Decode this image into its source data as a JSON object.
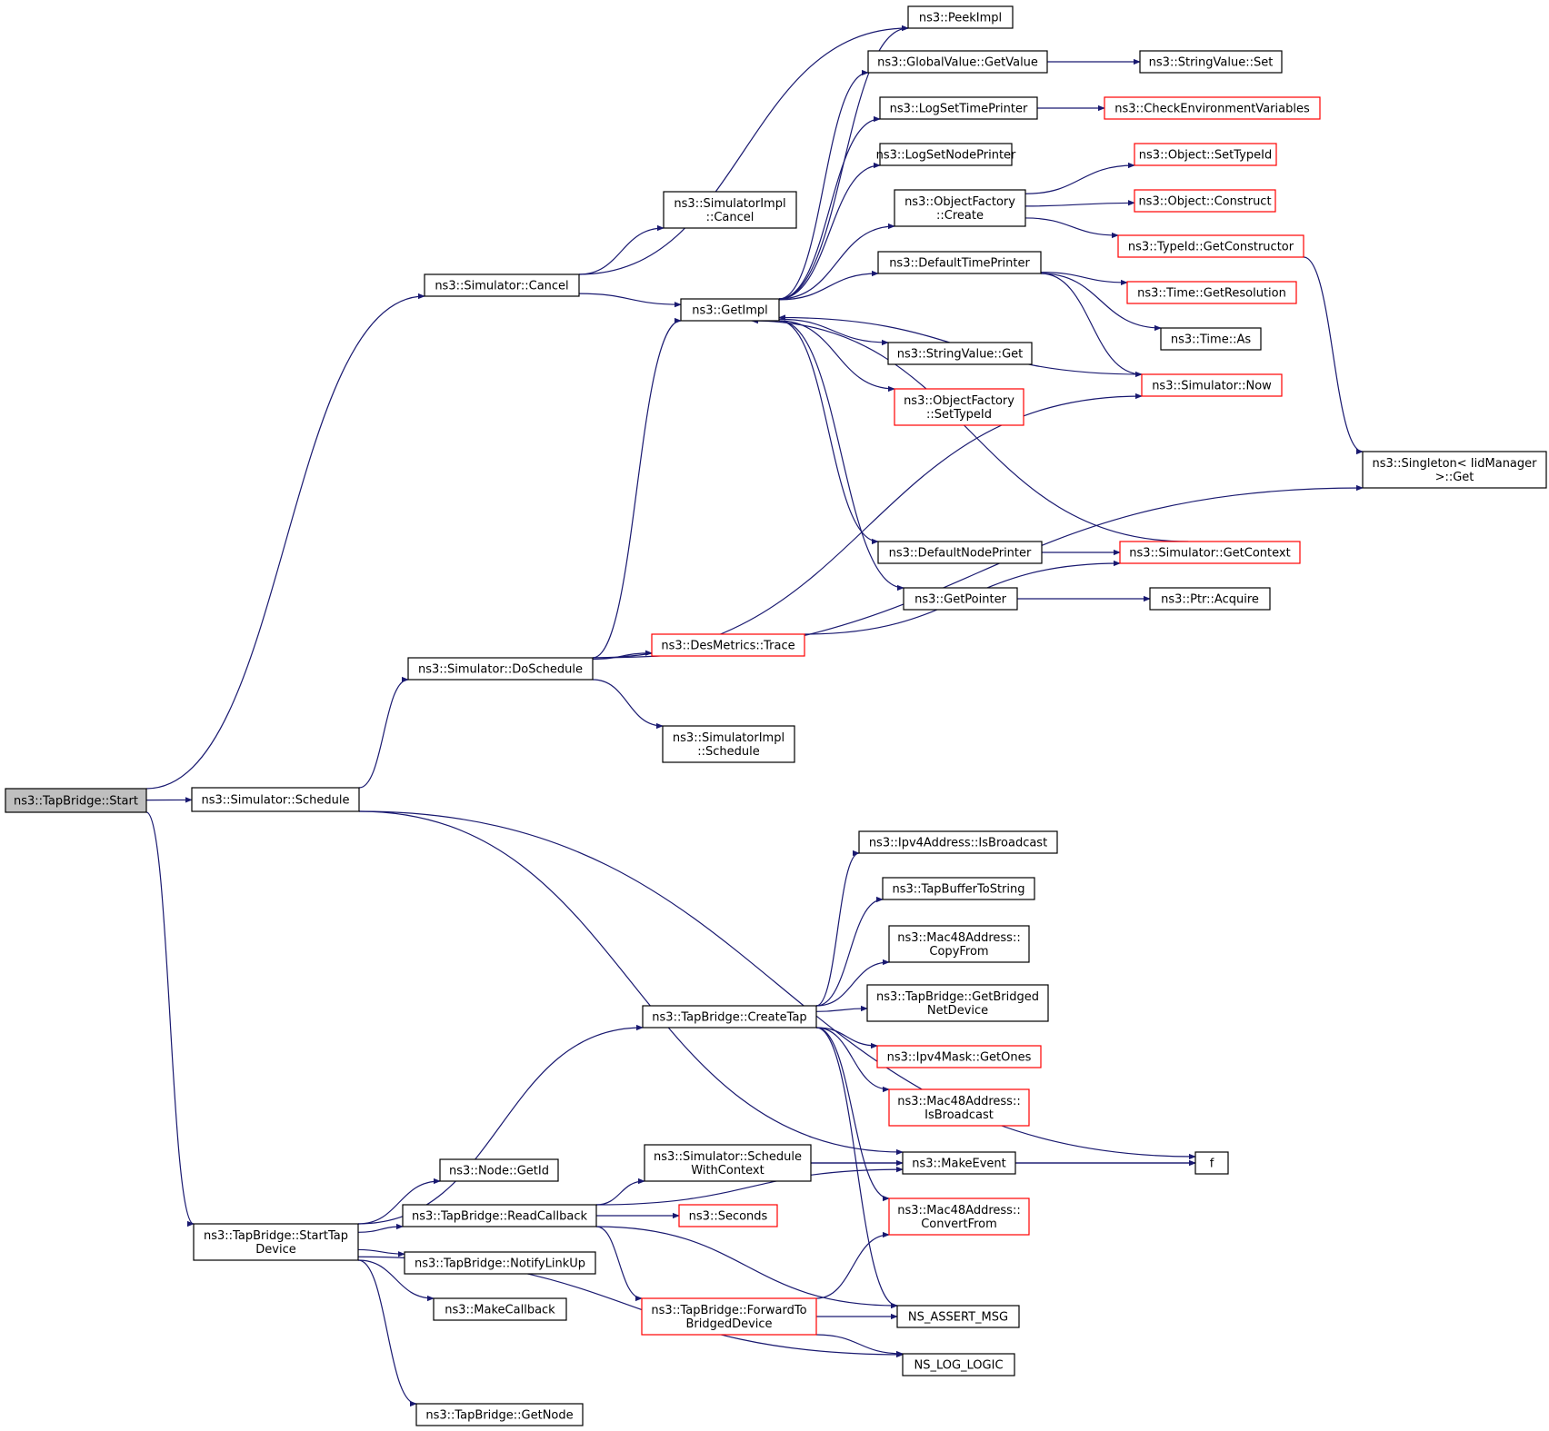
{
  "graph": {
    "edge_color": "#191970",
    "nodes": [
      {
        "id": "tb_start",
        "lines": [
          "ns3::TapBridge::Start"
        ],
        "style": "root"
      },
      {
        "id": "sim_cancel",
        "lines": [
          "ns3::Simulator::Cancel"
        ],
        "style": "normal"
      },
      {
        "id": "sim_schedule",
        "lines": [
          "ns3::Simulator::Schedule"
        ],
        "style": "normal"
      },
      {
        "id": "start_tap",
        "lines": [
          "ns3::TapBridge::StartTap",
          "Device"
        ],
        "style": "normal"
      },
      {
        "id": "simimpl_cancel",
        "lines": [
          "ns3::SimulatorImpl",
          "::Cancel"
        ],
        "style": "normal"
      },
      {
        "id": "get_impl",
        "lines": [
          "ns3::GetImpl"
        ],
        "style": "normal"
      },
      {
        "id": "peek_impl",
        "lines": [
          "ns3::PeekImpl"
        ],
        "style": "normal"
      },
      {
        "id": "gv_getvalue",
        "lines": [
          "ns3::GlobalValue::GetValue"
        ],
        "style": "normal"
      },
      {
        "id": "log_set_time",
        "lines": [
          "ns3::LogSetTimePrinter"
        ],
        "style": "normal"
      },
      {
        "id": "log_set_node",
        "lines": [
          "ns3::LogSetNodePrinter"
        ],
        "style": "normal"
      },
      {
        "id": "of_create",
        "lines": [
          "ns3::ObjectFactory",
          "::Create"
        ],
        "style": "normal"
      },
      {
        "id": "def_time",
        "lines": [
          "ns3::DefaultTimePrinter"
        ],
        "style": "normal"
      },
      {
        "id": "sv_get",
        "lines": [
          "ns3::StringValue::Get"
        ],
        "style": "normal"
      },
      {
        "id": "of_settypeid",
        "lines": [
          "ns3::ObjectFactory",
          "::SetTypeId"
        ],
        "style": "warn"
      },
      {
        "id": "def_node",
        "lines": [
          "ns3::DefaultNodePrinter"
        ],
        "style": "normal"
      },
      {
        "id": "get_pointer",
        "lines": [
          "ns3::GetPointer"
        ],
        "style": "normal"
      },
      {
        "id": "sv_set",
        "lines": [
          "ns3::StringValue::Set"
        ],
        "style": "normal"
      },
      {
        "id": "check_env",
        "lines": [
          "ns3::CheckEnvironmentVariables"
        ],
        "style": "warn"
      },
      {
        "id": "obj_settypeid",
        "lines": [
          "ns3::Object::SetTypeId"
        ],
        "style": "warn"
      },
      {
        "id": "obj_construct",
        "lines": [
          "ns3::Object::Construct"
        ],
        "style": "warn"
      },
      {
        "id": "typeid_getctor",
        "lines": [
          "ns3::TypeId::GetConstructor"
        ],
        "style": "warn"
      },
      {
        "id": "time_getres",
        "lines": [
          "ns3::Time::GetResolution"
        ],
        "style": "warn"
      },
      {
        "id": "time_as",
        "lines": [
          "ns3::Time::As"
        ],
        "style": "normal"
      },
      {
        "id": "sim_now",
        "lines": [
          "ns3::Simulator::Now"
        ],
        "style": "warn"
      },
      {
        "id": "singleton_get",
        "lines": [
          "ns3::Singleton< IidManager",
          " >::Get"
        ],
        "style": "normal"
      },
      {
        "id": "sim_getctx",
        "lines": [
          "ns3::Simulator::GetContext"
        ],
        "style": "warn"
      },
      {
        "id": "ptr_acquire",
        "lines": [
          "ns3::Ptr::Acquire"
        ],
        "style": "normal"
      },
      {
        "id": "sim_dosched",
        "lines": [
          "ns3::Simulator::DoSchedule"
        ],
        "style": "normal"
      },
      {
        "id": "desm_trace",
        "lines": [
          "ns3::DesMetrics::Trace"
        ],
        "style": "warn"
      },
      {
        "id": "simimpl_sched",
        "lines": [
          "ns3::SimulatorImpl",
          "::Schedule"
        ],
        "style": "normal"
      },
      {
        "id": "ipv4_isbcast",
        "lines": [
          "ns3::Ipv4Address::IsBroadcast"
        ],
        "style": "normal"
      },
      {
        "id": "tapbuf_tostr",
        "lines": [
          "ns3::TapBufferToString"
        ],
        "style": "normal"
      },
      {
        "id": "mac48_copy",
        "lines": [
          "ns3::Mac48Address::",
          "CopyFrom"
        ],
        "style": "normal"
      },
      {
        "id": "tb_getbridged",
        "lines": [
          "ns3::TapBridge::GetBridged",
          "NetDevice"
        ],
        "style": "normal"
      },
      {
        "id": "tb_createtap",
        "lines": [
          "ns3::TapBridge::CreateTap"
        ],
        "style": "normal"
      },
      {
        "id": "ipv4m_getones",
        "lines": [
          "ns3::Ipv4Mask::GetOnes"
        ],
        "style": "warn"
      },
      {
        "id": "mac48_isbcast",
        "lines": [
          "ns3::Mac48Address::",
          "IsBroadcast"
        ],
        "style": "warn"
      },
      {
        "id": "sim_schedctx",
        "lines": [
          "ns3::Simulator::Schedule",
          "WithContext"
        ],
        "style": "normal"
      },
      {
        "id": "make_event",
        "lines": [
          "ns3::MakeEvent"
        ],
        "style": "normal"
      },
      {
        "id": "f",
        "lines": [
          "f"
        ],
        "style": "normal"
      },
      {
        "id": "node_getid",
        "lines": [
          "ns3::Node::GetId"
        ],
        "style": "normal"
      },
      {
        "id": "tb_readcb",
        "lines": [
          "ns3::TapBridge::ReadCallback"
        ],
        "style": "normal"
      },
      {
        "id": "seconds",
        "lines": [
          "ns3::Seconds"
        ],
        "style": "warn"
      },
      {
        "id": "mac48_convert",
        "lines": [
          "ns3::Mac48Address::",
          "ConvertFrom"
        ],
        "style": "warn"
      },
      {
        "id": "tb_notify",
        "lines": [
          "ns3::TapBridge::NotifyLinkUp"
        ],
        "style": "normal"
      },
      {
        "id": "make_callback",
        "lines": [
          "ns3::MakeCallback"
        ],
        "style": "normal"
      },
      {
        "id": "tb_forward",
        "lines": [
          "ns3::TapBridge::ForwardTo",
          "BridgedDevice"
        ],
        "style": "warn"
      },
      {
        "id": "ns_assert",
        "lines": [
          "NS_ASSERT_MSG"
        ],
        "style": "normal"
      },
      {
        "id": "ns_log_logic",
        "lines": [
          "NS_LOG_LOGIC"
        ],
        "style": "normal"
      },
      {
        "id": "tb_getnode",
        "lines": [
          "ns3::TapBridge::GetNode"
        ],
        "style": "normal"
      }
    ],
    "edges": [
      [
        "tb_start",
        "sim_cancel"
      ],
      [
        "tb_start",
        "sim_schedule"
      ],
      [
        "tb_start",
        "start_tap"
      ],
      [
        "sim_cancel",
        "simimpl_cancel"
      ],
      [
        "sim_cancel",
        "get_impl"
      ],
      [
        "sim_cancel",
        "peek_impl"
      ],
      [
        "get_impl",
        "peek_impl"
      ],
      [
        "get_impl",
        "gv_getvalue"
      ],
      [
        "get_impl",
        "log_set_time"
      ],
      [
        "get_impl",
        "log_set_node"
      ],
      [
        "get_impl",
        "of_create"
      ],
      [
        "get_impl",
        "def_time"
      ],
      [
        "get_impl",
        "sv_get"
      ],
      [
        "get_impl",
        "of_settypeid"
      ],
      [
        "get_impl",
        "def_node"
      ],
      [
        "get_impl",
        "get_pointer"
      ],
      [
        "gv_getvalue",
        "sv_set"
      ],
      [
        "log_set_time",
        "check_env"
      ],
      [
        "of_create",
        "obj_settypeid"
      ],
      [
        "of_create",
        "obj_construct"
      ],
      [
        "of_create",
        "typeid_getctor"
      ],
      [
        "typeid_getctor",
        "singleton_get"
      ],
      [
        "def_time",
        "time_getres"
      ],
      [
        "def_time",
        "time_as"
      ],
      [
        "def_time",
        "sim_now"
      ],
      [
        "sim_now",
        "get_impl"
      ],
      [
        "sim_getctx",
        "get_impl"
      ],
      [
        "def_node",
        "sim_getctx"
      ],
      [
        "get_pointer",
        "ptr_acquire"
      ],
      [
        "sim_schedule",
        "sim_dosched"
      ],
      [
        "sim_schedule",
        "make_event"
      ],
      [
        "sim_schedule",
        "f"
      ],
      [
        "sim_dosched",
        "get_impl"
      ],
      [
        "sim_dosched",
        "sim_now"
      ],
      [
        "sim_dosched",
        "desm_trace"
      ],
      [
        "sim_dosched",
        "simimpl_sched"
      ],
      [
        "sim_dosched",
        "singleton_get"
      ],
      [
        "desm_trace",
        "sim_getctx"
      ],
      [
        "start_tap",
        "tb_createtap"
      ],
      [
        "start_tap",
        "node_getid"
      ],
      [
        "start_tap",
        "tb_readcb"
      ],
      [
        "start_tap",
        "tb_notify"
      ],
      [
        "start_tap",
        "make_callback"
      ],
      [
        "start_tap",
        "ns_log_logic"
      ],
      [
        "start_tap",
        "tb_getnode"
      ],
      [
        "tb_createtap",
        "ipv4_isbcast"
      ],
      [
        "tb_createtap",
        "tapbuf_tostr"
      ],
      [
        "tb_createtap",
        "mac48_copy"
      ],
      [
        "tb_createtap",
        "tb_getbridged"
      ],
      [
        "tb_createtap",
        "ipv4m_getones"
      ],
      [
        "tb_createtap",
        "mac48_isbcast"
      ],
      [
        "tb_createtap",
        "mac48_convert"
      ],
      [
        "tb_createtap",
        "ns_assert"
      ],
      [
        "tb_readcb",
        "sim_schedctx"
      ],
      [
        "tb_readcb",
        "make_event"
      ],
      [
        "tb_readcb",
        "seconds"
      ],
      [
        "tb_readcb",
        "tb_forward"
      ],
      [
        "tb_readcb",
        "ns_assert"
      ],
      [
        "sim_schedctx",
        "make_event"
      ],
      [
        "sim_schedctx",
        "f"
      ],
      [
        "make_event",
        "f"
      ],
      [
        "tb_forward",
        "mac48_convert"
      ],
      [
        "tb_forward",
        "ns_assert"
      ],
      [
        "tb_forward",
        "ns_log_logic"
      ]
    ]
  }
}
